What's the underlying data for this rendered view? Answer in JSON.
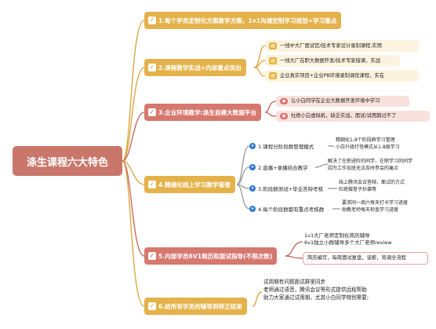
{
  "root": {
    "label": "涤生课程六大特色"
  },
  "branches": [
    {
      "label": "1.每个学员定制化方案教学方案，1v1沟通定制学习规划+学习重点"
    },
    {
      "label": "2.课程教学实战+内容重点突出"
    },
    {
      "label": "3.企业环境教学:涤生自建大数据平台"
    },
    {
      "label": "4.精细化线上学习教学管理"
    },
    {
      "label": "5.内部学员6V1简历和面试指导(不限次数)"
    },
    {
      "label": "6.给所有学员的辅导到转正结束"
    }
  ],
  "b2_leaves": [
    {
      "text": "一线中大厂面试官/技术专家设计录制课程,实用"
    },
    {
      "text": "一线大厂在职大数据开发/技术专家授课，实战"
    },
    {
      "text": "企业真实项目+企业PB环境录制调优课程，实在"
    }
  ],
  "b3_leaves": [
    {
      "text": "让小白同学在企业大数据开发环境中学习"
    },
    {
      "text": "杜绝小白虚拟机，缺乏实战，面试/试用期过不了"
    }
  ],
  "b4_subs": [
    {
      "label": "1.课程分阶段群管理模式",
      "lines": [
        "精细化1-8个阶段群学习管理",
        "小白升级打怪模式从1-8级学习"
      ]
    },
    {
      "label": "2.直播+录播结合教学",
      "lines": [
        "解决了在职进阶的同学，在职学习的同学",
        "因为工作加班无法及时参会的痛点"
      ]
    },
    {
      "label": "3.阶段群测试+毕业答辩考核",
      "lines": [
        "线上腾讯会议答辩，面试的方式",
        "杜绝做卷子抄袭等"
      ]
    },
    {
      "label": "4.每个阶段群都有重点考核群",
      "lines": [
        "要求同一周六每天打卡学习进度",
        "助教老师每天检查学习进度"
      ]
    }
  ],
  "b5_lines": [
    "1v1大厂老师定制化简历辅导",
    "6v1独立小群辅导多个大厂老师review"
  ],
  "b5_box": "简历编写，每周面试复盘，谈薪，背调全流程",
  "b6_lines": [
    "试用期有问题面试群里同步",
    "老师通过语音，腾讯会议等形式提供远程帮助",
    "助力大家通过试用期，尤其小白同学特别需要;"
  ],
  "colors": {
    "root": "#c9766b",
    "gold": "#e4b24a",
    "red": "#d6786e",
    "accent_blue": "#2a78d4"
  }
}
